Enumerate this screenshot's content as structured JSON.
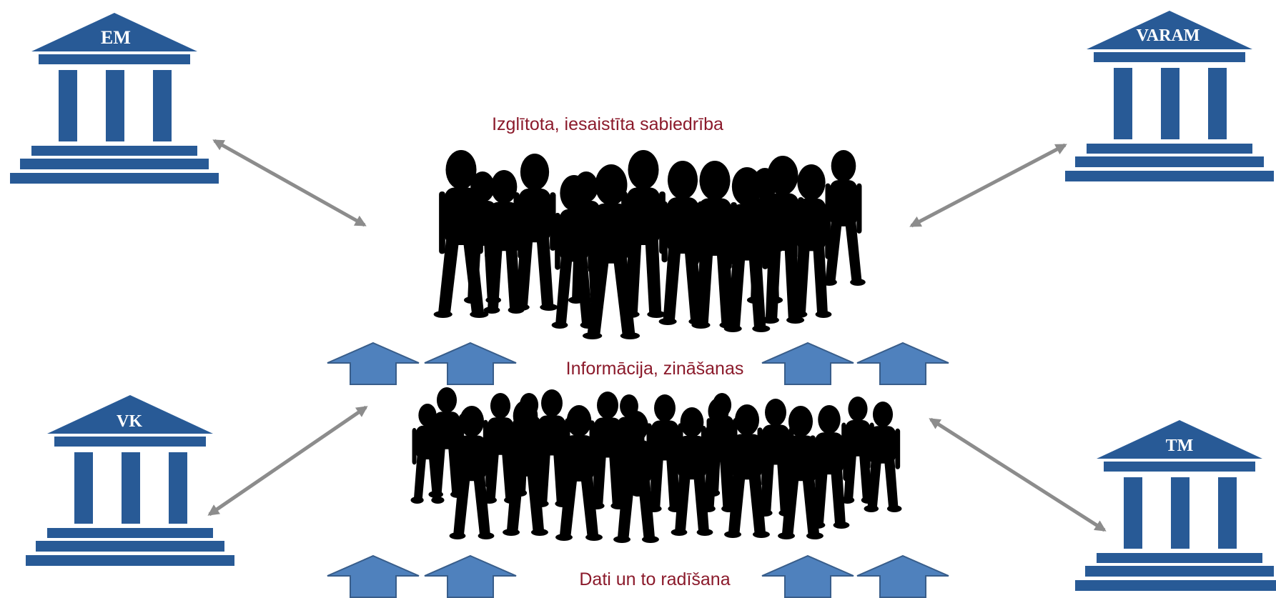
{
  "institutions": {
    "em": "EM",
    "varam": "VARAM",
    "vk": "VK",
    "tm": "TM"
  },
  "captions": {
    "society": "Izglītota, iesaistīta sabiedrība",
    "information": "Informācija, zināšanas",
    "data": "Dati un to radīšana"
  },
  "colors": {
    "building": "#285a96",
    "up_arrow_fill": "#4f81bd",
    "up_arrow_stroke": "#385d8a",
    "connector": "#8c8c8c",
    "caption": "#8b1a2b",
    "crowd": "#000000"
  }
}
